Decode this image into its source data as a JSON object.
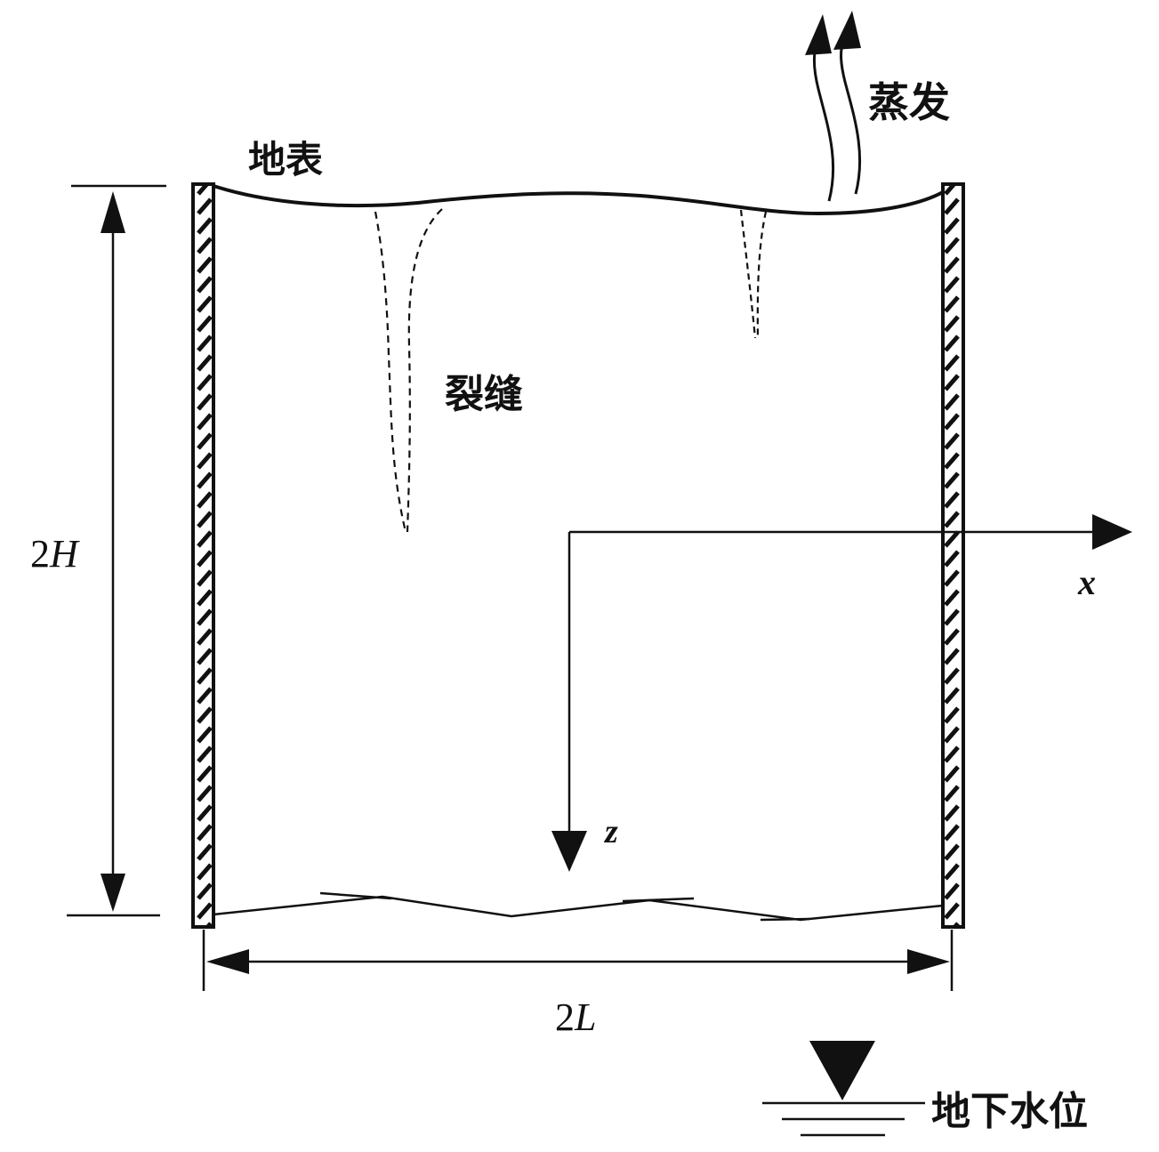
{
  "labels": {
    "ground_surface": "地表",
    "evaporation": "蒸发",
    "crack": "裂缝",
    "groundwater_table": "地下水位"
  },
  "dimensions": {
    "height_coef": "2",
    "height_sym": "H",
    "width_coef": "2",
    "width_sym": "L"
  },
  "axes": {
    "x": "x",
    "z": "z"
  }
}
